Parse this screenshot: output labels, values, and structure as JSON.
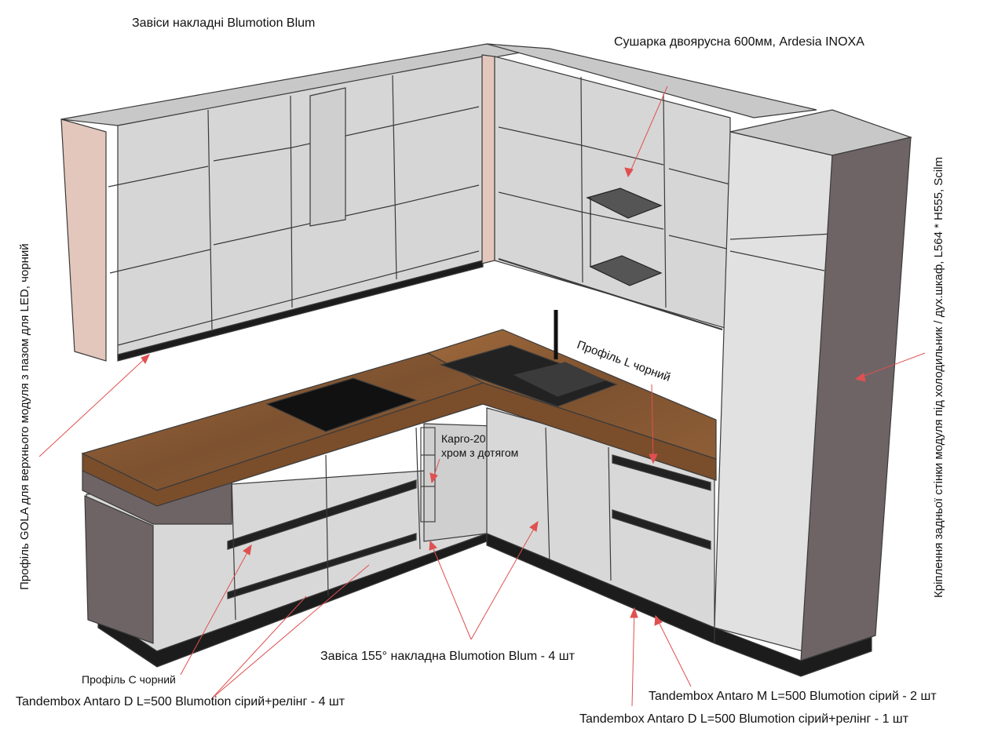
{
  "labels": {
    "hinges_overlay": "Завіси накладні Blumotion Blum",
    "dryer": "Сушарка двоярусна 600мм, Ardesia INOXA",
    "gola_profile": "Профіль GOLA для верхнього модуля з пазом для LED, чорний",
    "back_wall_mount": "Кріплення задньої стінки модуля під холодильник / дух.шкаф, L564 * H555, Scilm",
    "profile_l": "Профіль L чорний",
    "cargo_line1": "Карго-20",
    "cargo_line2": "хром з дотягом",
    "hinge_155": "Завіса 155° накладна Blumotion Blum  - 4 шт",
    "profile_c": "Профіль С чорний",
    "tandembox_d_left": "Tandembox Antaro D L=500 Blumotion сірий+релінг - 4 шт",
    "tandembox_m": "Tandembox Antaro M L=500 Blumotion сірий - 2 шт",
    "tandembox_d_right": "Tandembox Antaro D L=500 Blumotion сірий+релінг - 1 шт"
  },
  "colors": {
    "carcass": "#d4d4d4",
    "carcass_dark": "#bdbdbd",
    "outline": "#3a3a3a",
    "countertop": "#8a5a32",
    "side_panel_pink": "#e3c7bd",
    "tall_panel": "#6e6466",
    "plinth": "#1c1c1c",
    "leader_line": "#e05050"
  }
}
